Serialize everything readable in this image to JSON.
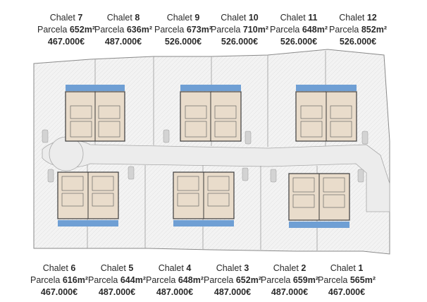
{
  "top_row": [
    {
      "chalet_word": "Chalet",
      "chalet_num": "7",
      "parcel_word": "Parcela",
      "parcel_area": "652m²",
      "price": "467.000€"
    },
    {
      "chalet_word": "Chalet",
      "chalet_num": "8",
      "parcel_word": "Parcela",
      "parcel_area": "636m²",
      "price": "487.000€"
    },
    {
      "chalet_word": "Chalet",
      "chalet_num": "9",
      "parcel_word": "Parcela",
      "parcel_area": "673m²",
      "price": "526.000€"
    },
    {
      "chalet_word": "Chalet",
      "chalet_num": "10",
      "parcel_word": "Parcela",
      "parcel_area": "710m²",
      "price": "526.000€"
    },
    {
      "chalet_word": "Chalet",
      "chalet_num": "11",
      "parcel_word": "Parcela",
      "parcel_area": "648m²",
      "price": "526.000€"
    },
    {
      "chalet_word": "Chalet",
      "chalet_num": "12",
      "parcel_word": "Parcela",
      "parcel_area": "852m²",
      "price": "526.000€"
    }
  ],
  "bottom_row": [
    {
      "chalet_word": "Chalet",
      "chalet_num": "6",
      "parcel_word": "Parcela",
      "parcel_area": "616m²",
      "price": "467.000€"
    },
    {
      "chalet_word": "Chalet",
      "chalet_num": "5",
      "parcel_word": "Parcela",
      "parcel_area": "644m²",
      "price": "487.000€"
    },
    {
      "chalet_word": "Chalet",
      "chalet_num": "4",
      "parcel_word": "Parcela",
      "parcel_area": "648m²",
      "price": "487.000€"
    },
    {
      "chalet_word": "Chalet",
      "chalet_num": "3",
      "parcel_word": "Parcela",
      "parcel_area": "652m²",
      "price": "487.000€"
    },
    {
      "chalet_word": "Chalet",
      "chalet_num": "2",
      "parcel_word": "Parcela",
      "parcel_area": "659m²",
      "price": "487.000€"
    },
    {
      "chalet_word": "Chalet",
      "chalet_num": "1",
      "parcel_word": "Parcela",
      "parcel_area": "565m²",
      "price": "467.000€"
    }
  ],
  "colors": {
    "pool": "#6f9fd4",
    "building": "#e9dccb",
    "wall": "#3a3a3a",
    "road": "#e9e9e9",
    "plot_line": "#9a9a9a",
    "car": "#cfcfcf"
  }
}
